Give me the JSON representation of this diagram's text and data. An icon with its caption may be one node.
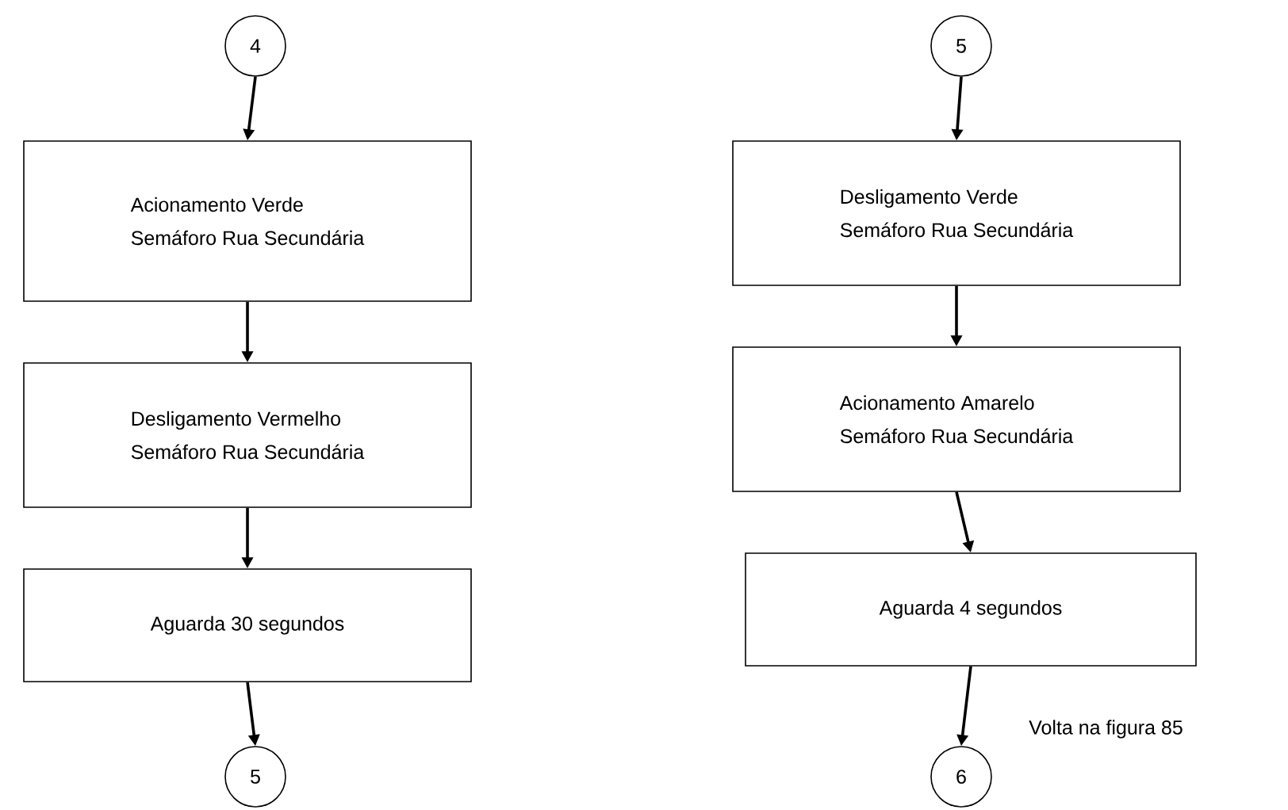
{
  "diagram": {
    "nodes": [
      {
        "text": [
          "4"
        ]
      },
      {
        "text": [
          "Acionamento Verde",
          "Semáforo Rua Secundária"
        ]
      },
      {
        "text": [
          "Desligamento Vermelho",
          "Semáforo Rua Secundária"
        ]
      },
      {
        "text": [
          "Aguarda 30 segundos"
        ]
      },
      {
        "text": [
          "5"
        ]
      },
      {
        "text": [
          "5"
        ]
      },
      {
        "text": [
          "Desligamento Verde",
          "Semáforo Rua Secundária"
        ]
      },
      {
        "text": [
          "Acionamento Amarelo",
          "Semáforo Rua Secundária"
        ]
      },
      {
        "text": [
          "Aguarda 4 segundos"
        ]
      },
      {
        "text": [
          "6"
        ],
        "beside": [
          "Volta na figura 85"
        ]
      }
    ],
    "edges": [
      {
        "from": 0,
        "to": 1,
        "arrow": "to"
      },
      {
        "from": 1,
        "to": 2,
        "arrow": "to"
      },
      {
        "from": 2,
        "to": 3,
        "arrow": "to"
      },
      {
        "from": 3,
        "to": 4,
        "arrow": "to"
      },
      {
        "from": 5,
        "to": 6,
        "arrow": "to"
      },
      {
        "from": 6,
        "to": 7,
        "arrow": "to"
      },
      {
        "from": 7,
        "to": 8,
        "arrow": "to"
      },
      {
        "from": 8,
        "to": 9,
        "arrow": "to"
      }
    ]
  }
}
